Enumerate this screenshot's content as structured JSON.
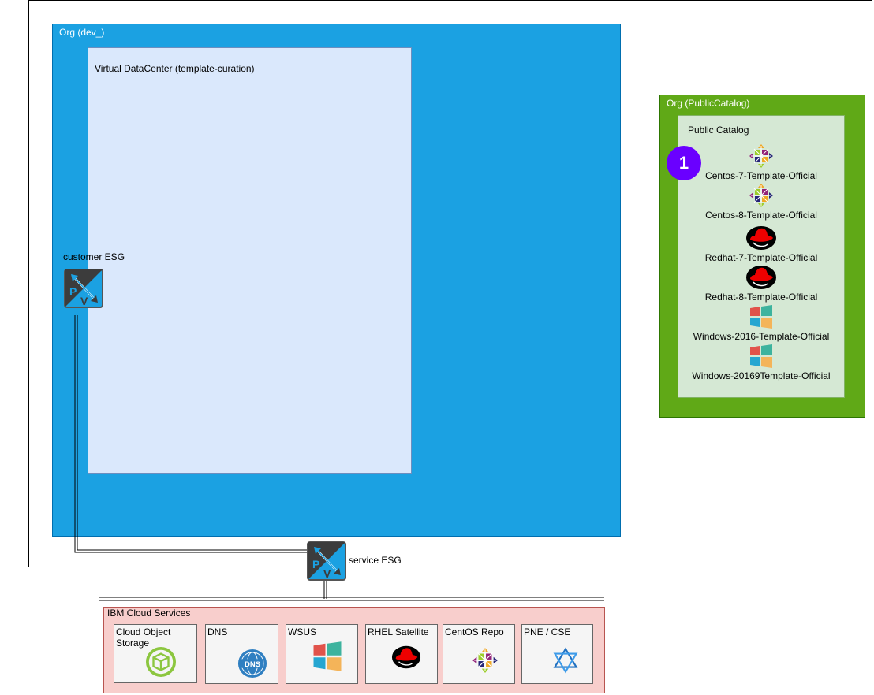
{
  "outer_boundary": {},
  "org_dev": {
    "label": "Org (dev_)"
  },
  "vdc": {
    "label": "Virtual DataCenter (template-curation)"
  },
  "customer_esg": {
    "label": "customer ESG",
    "icon": "esg-icon"
  },
  "service_esg": {
    "label": "service ESG",
    "icon": "esg-icon"
  },
  "org_public": {
    "label": "Org (PublicCatalog)"
  },
  "public_catalog": {
    "label": "Public Catalog",
    "badge": "1",
    "items": [
      {
        "label": "Centos-7-Template-Official",
        "icon": "centos-icon"
      },
      {
        "label": "Centos-8-Template-Official",
        "icon": "centos-icon"
      },
      {
        "label": "Redhat-7-Template-Official",
        "icon": "redhat-icon"
      },
      {
        "label": "Redhat-8-Template-Official",
        "icon": "redhat-icon"
      },
      {
        "label": "Windows-2016-Template-Official",
        "icon": "windows-icon"
      },
      {
        "label": "Windows-20169Template-Official",
        "icon": "windows-icon"
      }
    ]
  },
  "ibm_cloud": {
    "label": "IBM Cloud Services",
    "services": [
      {
        "label": "Cloud Object Storage",
        "icon": "object-storage-icon"
      },
      {
        "label": "DNS",
        "icon": "dns-icon"
      },
      {
        "label": "WSUS",
        "icon": "windows-icon"
      },
      {
        "label": "RHEL Satellite",
        "icon": "redhat-icon"
      },
      {
        "label": "CentOS Repo",
        "icon": "centos-icon"
      },
      {
        "label": "PNE / CSE",
        "icon": "pne-icon"
      }
    ]
  },
  "colors": {
    "org_dev": "#1ba1e2",
    "vdc": "#dae8fc",
    "org_public": "#60a917",
    "catalog": "#d5e8d4",
    "ibm": "#f8cecc",
    "badge": "#6a00ff"
  }
}
